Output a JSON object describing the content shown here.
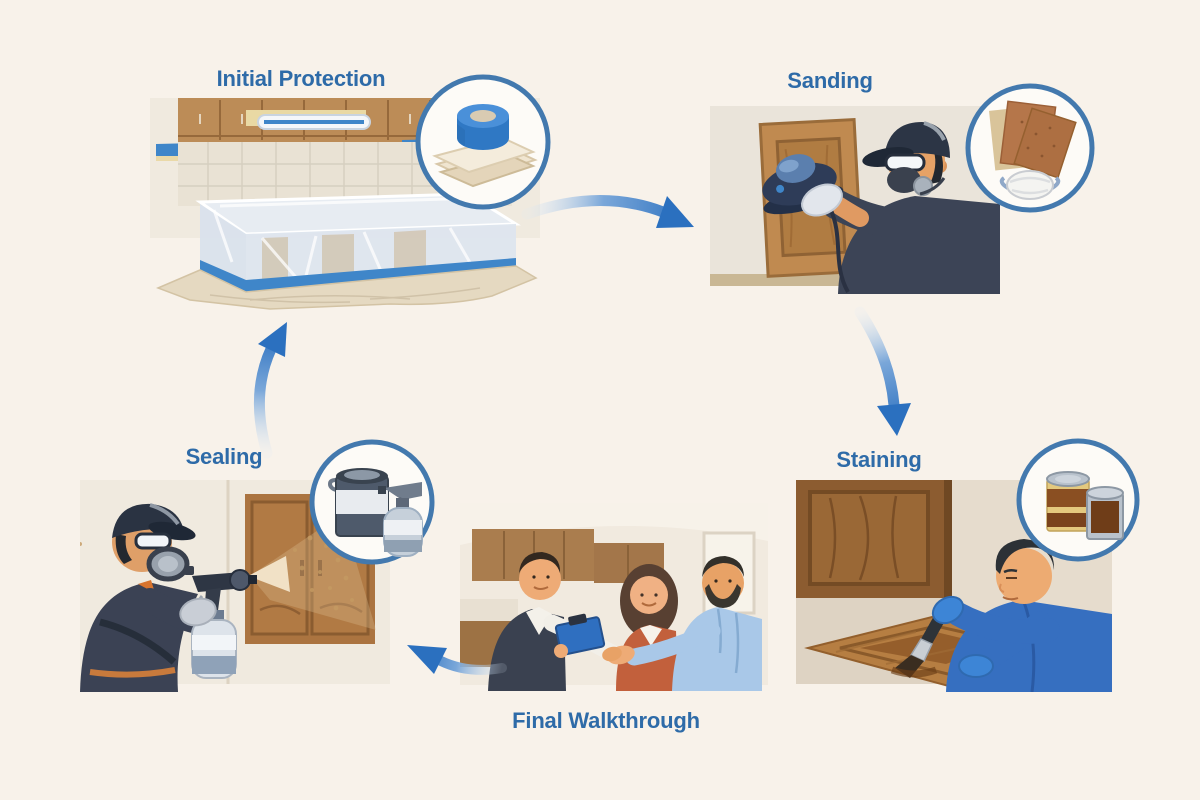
{
  "page": {
    "background_color": "#f8f2ea",
    "label_color": "#2e6ba8",
    "arrow_color": "#2e73c0",
    "inset_ring_color": "#4379ae"
  },
  "diagram": {
    "type": "process-cycle",
    "subject": "cabinet refinishing workflow",
    "stages": [
      {
        "label": "Initial Protection",
        "scene": "Kitchen with lower cabinets and countertop wrapped in clear plastic sheeting, sealed with blue painter's tape, canvas drop cloth on the floor",
        "inset_icon": "painters-tape-drop-cloth-icon"
      },
      {
        "label": "Sanding",
        "scene": "Worker wearing cap, safety goggles and respirator sanding a wooden cabinet door with an orbital sander",
        "inset_icon": "sandpaper-dust-mask-icon"
      },
      {
        "label": "Staining",
        "scene": "Worker in blue shirt and blue gloves brushing wood stain onto a cabinet door laid flat",
        "inset_icon": "stain-cans-icon"
      },
      {
        "label": "Final Walkthrough",
        "scene": "Contractor holding a blue clipboard shaking hands with a homeowner couple in the finished kitchen",
        "inset_icon": ""
      },
      {
        "label": "Sealing",
        "scene": "Worker wearing cap, goggles and respirator spraying clear sealer onto wood cabinets with a paint sprayer",
        "inset_icon": "sealer-can-spray-bottle-icon"
      }
    ],
    "connections": [
      {
        "from": "Initial Protection",
        "to": "Sanding"
      },
      {
        "from": "Sanding",
        "to": "Staining"
      },
      {
        "from": "Final Walkthrough",
        "to": "Sealing"
      },
      {
        "from": "Sealing",
        "to": "Initial Protection"
      }
    ]
  }
}
